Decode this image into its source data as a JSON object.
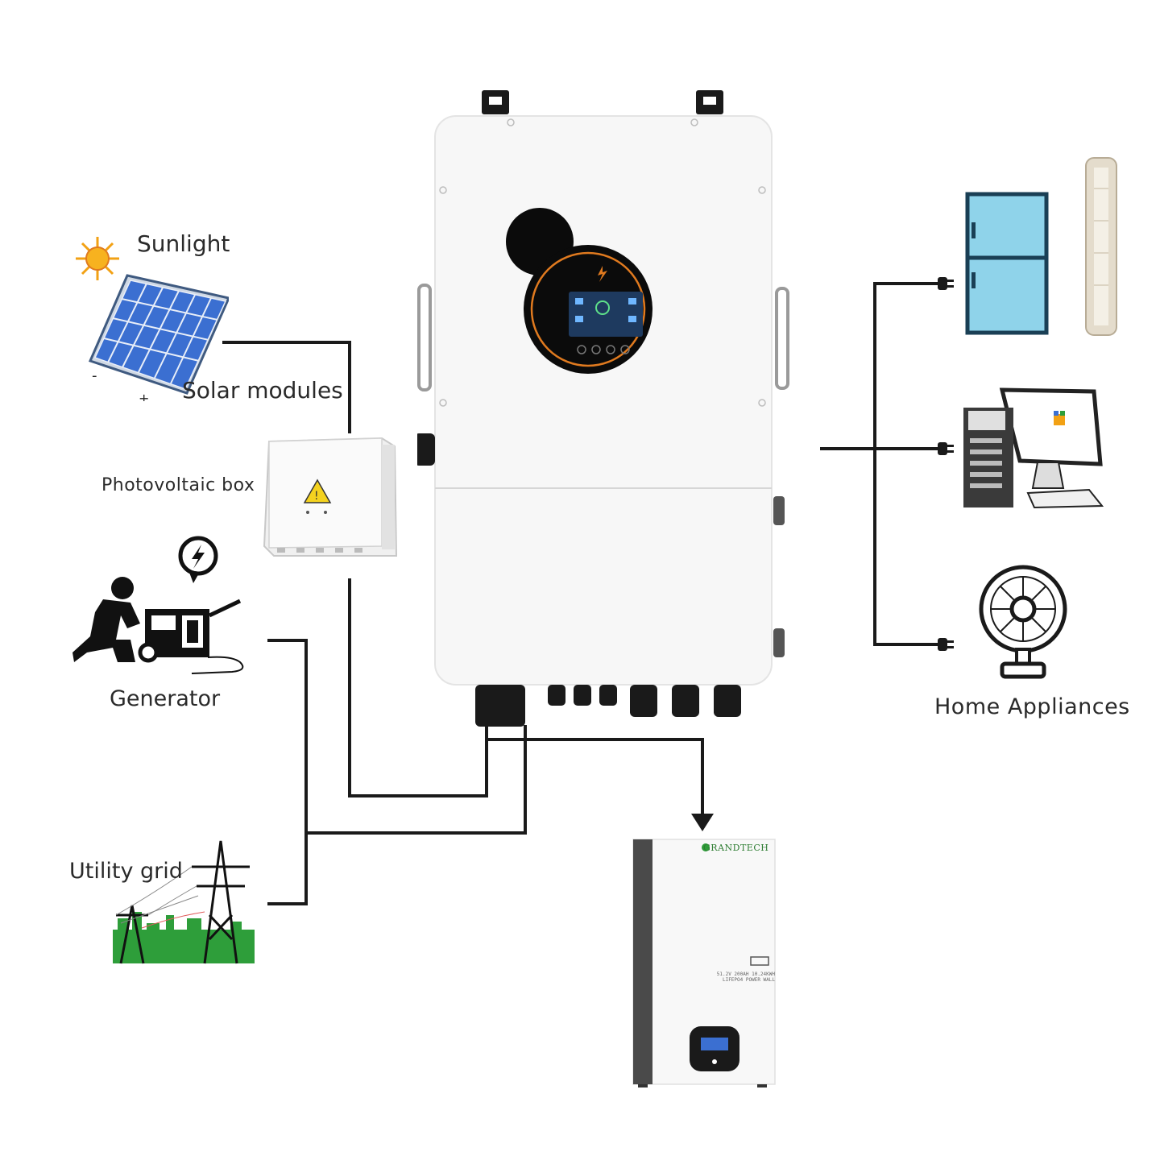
{
  "labels": {
    "sunlight": "Sunlight",
    "solar_modules": "Solar modules",
    "photovoltaic_box": "Photovoltaic box",
    "generator": "Generator",
    "utility_grid": "Utility grid",
    "home_appliances": "Home Appliances"
  },
  "battery": {
    "brand": "GRANDTECH",
    "spec_line_1": "51.2V 200AH 10.24KWH",
    "spec_line_2": "LIFEPO4 POWER WALL"
  },
  "colors": {
    "wire": "#1a1a1a",
    "inverter_body": "#f7f7f7",
    "display_ring": "#e07a1f",
    "fridge": "#8fd3ea",
    "solar_cell": "#3b6fd1",
    "grid_green": "#2e9e3a",
    "battery_accent": "#4a4a4a"
  },
  "icons": [
    "sun-icon",
    "solar-panel-icon",
    "pv-box-icon",
    "generator-icon",
    "power-tower-icon",
    "refrigerator-icon",
    "air-conditioner-icon",
    "computer-icon",
    "fan-icon",
    "plug-icon"
  ]
}
